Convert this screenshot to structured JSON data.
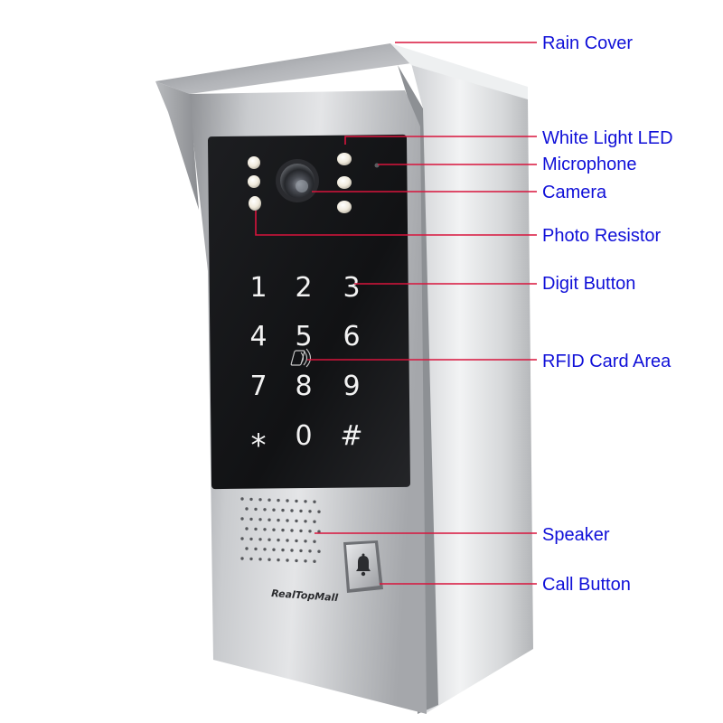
{
  "colors": {
    "callout_line": "#d8143c",
    "label_text": "#1010d8",
    "panel_black": "#141416",
    "key_white": "#f2f2f2"
  },
  "callouts": [
    {
      "id": "rain-cover",
      "label": "Rain Cover"
    },
    {
      "id": "white-light-led",
      "label": "White Light LED"
    },
    {
      "id": "microphone",
      "label": "Microphone"
    },
    {
      "id": "camera",
      "label": "Camera"
    },
    {
      "id": "photo-resistor",
      "label": "Photo Resistor"
    },
    {
      "id": "digit-button",
      "label": "Digit Button"
    },
    {
      "id": "rfid-card-area",
      "label": "RFID Card Area"
    },
    {
      "id": "speaker",
      "label": "Speaker"
    },
    {
      "id": "call-button",
      "label": "Call Button"
    }
  ],
  "keypad": {
    "keys": [
      "1",
      "2",
      "3",
      "4",
      "5",
      "6",
      "7",
      "8",
      "9",
      "*",
      "0",
      "#"
    ]
  },
  "brand": {
    "logo_text": "RealTopMall"
  },
  "icons": {
    "call_button": "bell-icon",
    "rfid": "rfid-card-icon"
  }
}
